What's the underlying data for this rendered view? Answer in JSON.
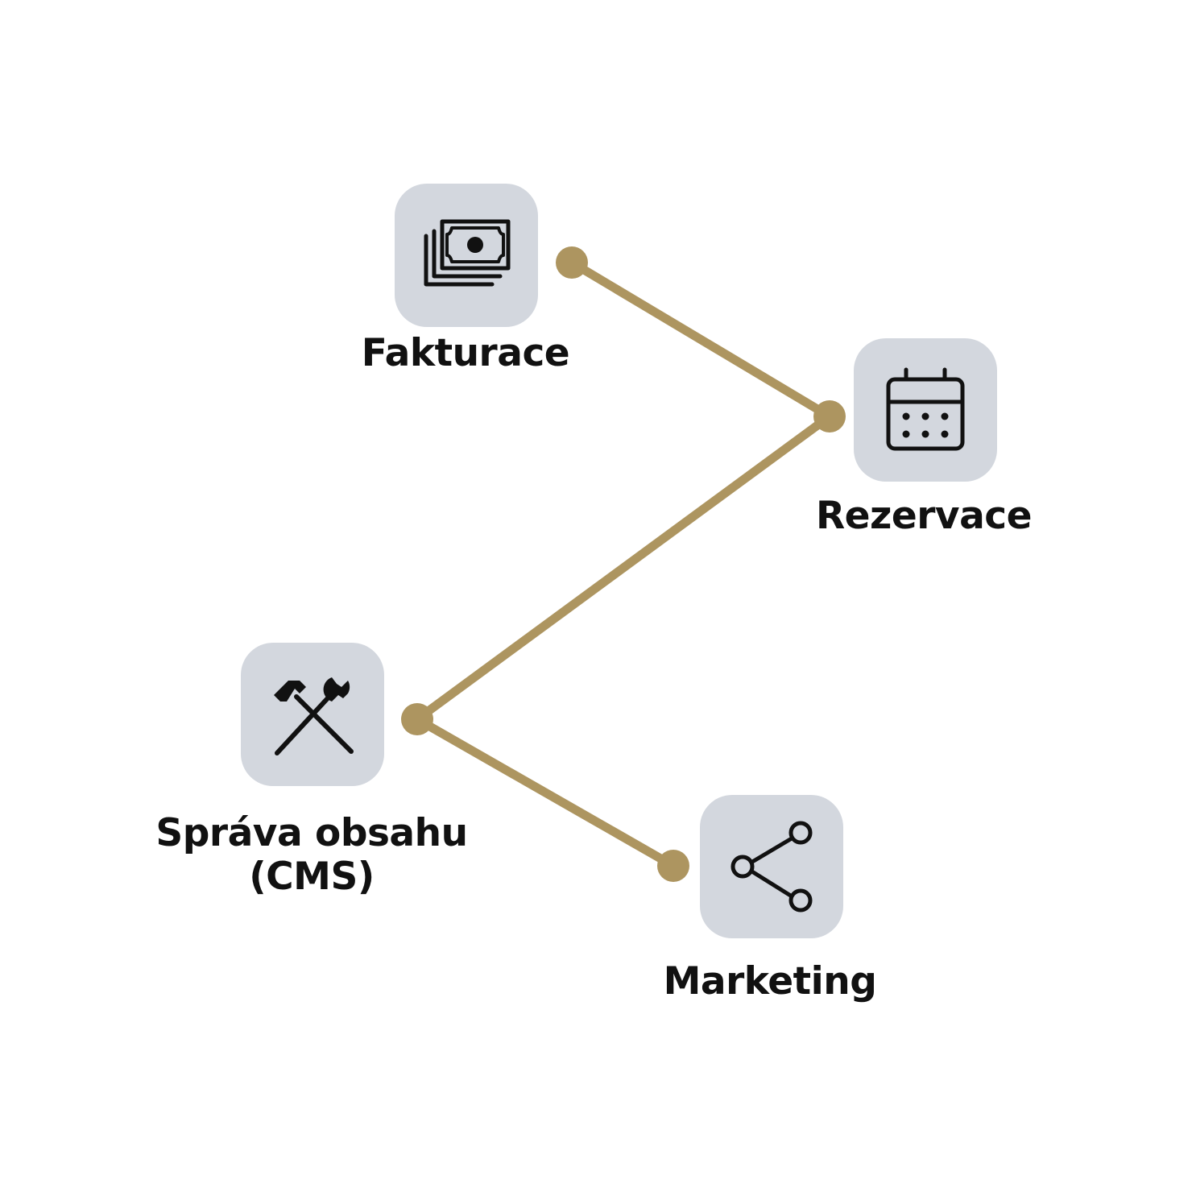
{
  "colors": {
    "tile_background": "#d3d7de",
    "connector": "#ad9560",
    "icon": "#111111",
    "label_text": "#111111",
    "page_background": "#ffffff"
  },
  "nodes": [
    {
      "id": "fakturace",
      "label": "Fakturace",
      "icon": "banknotes-icon"
    },
    {
      "id": "rezervace",
      "label": "Rezervace",
      "icon": "calendar-icon"
    },
    {
      "id": "cms",
      "label": "Správa obsahu\n(CMS)",
      "icon": "hammer-wrench-icon"
    },
    {
      "id": "marketing",
      "label": "Marketing",
      "icon": "share-icon"
    }
  ],
  "connections": [
    {
      "from": "fakturace",
      "to": "rezervace"
    },
    {
      "from": "rezervace",
      "to": "cms"
    },
    {
      "from": "cms",
      "to": "marketing"
    }
  ]
}
